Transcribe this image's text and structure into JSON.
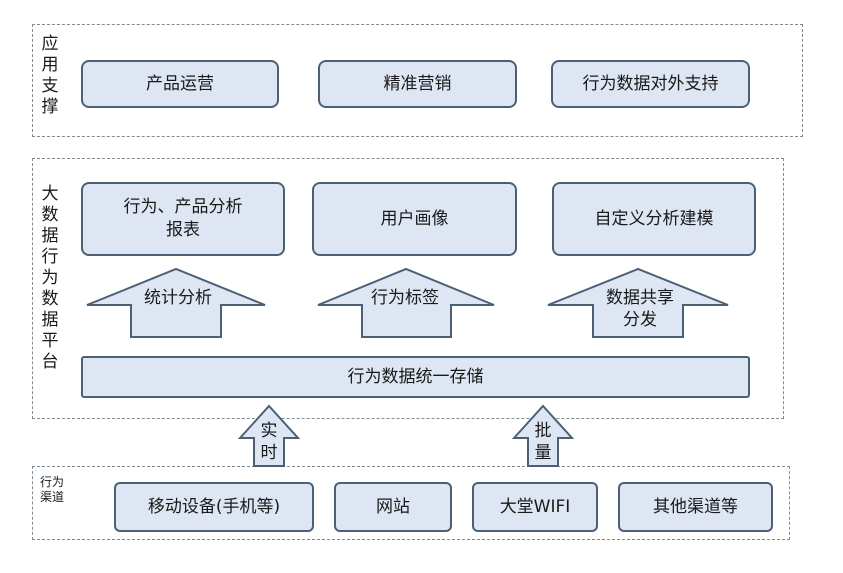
{
  "sections": {
    "app": {
      "label": "应用支撑",
      "items": [
        "产品运营",
        "精准营销",
        "行为数据对外支持"
      ]
    },
    "platform": {
      "label": "大数据行为数据平台",
      "top_items": [
        "行为、产品分析报表",
        "用户画像",
        "自定义分析建模"
      ],
      "arrows": [
        "统计分析",
        "行为标签",
        "数据共享分发"
      ],
      "storage": "行为数据统一存储"
    },
    "channels": {
      "label": "行为渠道",
      "items": [
        "移动设备(手机等)",
        "网站",
        "大堂WIFI",
        "其他渠道等"
      ]
    }
  },
  "connectors": [
    "实时",
    "批量"
  ],
  "colors": {
    "box_fill": "#dde6f2",
    "box_border": "#4a6075",
    "frame_border": "#7f8c96"
  }
}
